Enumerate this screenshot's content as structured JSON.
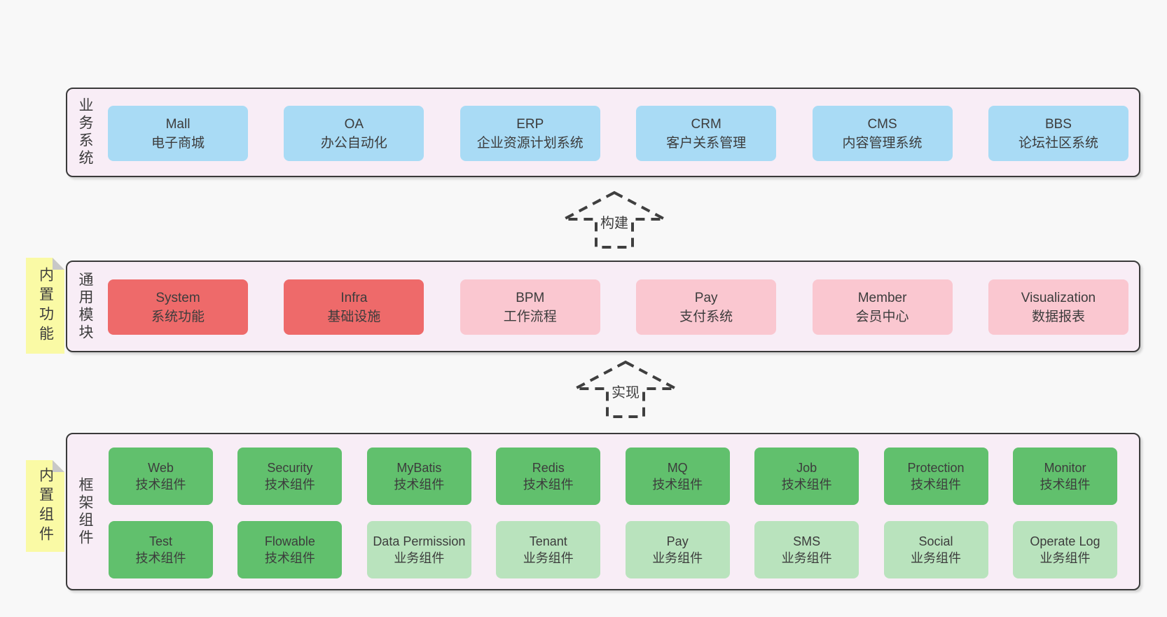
{
  "colors": {
    "page_bg": "#f8f8f8",
    "panel_bg": "#f8edf6",
    "panel_border": "#3a3a3a",
    "blue": "#a9dbf5",
    "red": "#ee6a6a",
    "pink": "#fac7d0",
    "green": "#61c06d",
    "green_light": "#b9e3bd",
    "yellow": "#fafaa5",
    "fold_gray": "#c8c8c8",
    "text": "#3c3c3c"
  },
  "panels": {
    "business": {
      "label": "业务系统",
      "boxes": [
        {
          "name": "Mall",
          "sub": "电子商城",
          "color": "blue"
        },
        {
          "name": "OA",
          "sub": "办公自动化",
          "color": "blue"
        },
        {
          "name": "ERP",
          "sub": "企业资源计划系统",
          "color": "blue"
        },
        {
          "name": "CRM",
          "sub": "客户关系管理",
          "color": "blue"
        },
        {
          "name": "CMS",
          "sub": "内容管理系统",
          "color": "blue"
        },
        {
          "name": "BBS",
          "sub": "论坛社区系统",
          "color": "blue"
        }
      ]
    },
    "modules": {
      "label": "通用模块",
      "sticky": "内置功能",
      "boxes": [
        {
          "name": "System",
          "sub": "系统功能",
          "color": "red"
        },
        {
          "name": "Infra",
          "sub": "基础设施",
          "color": "red"
        },
        {
          "name": "BPM",
          "sub": "工作流程",
          "color": "pink"
        },
        {
          "name": "Pay",
          "sub": "支付系统",
          "color": "pink"
        },
        {
          "name": "Member",
          "sub": "会员中心",
          "color": "pink"
        },
        {
          "name": "Visualization",
          "sub": "数据报表",
          "color": "pink"
        }
      ]
    },
    "framework": {
      "label": "框架组件",
      "sticky": "内置组件",
      "rows": [
        [
          {
            "name": "Web",
            "sub": "技术组件",
            "color": "green"
          },
          {
            "name": "Security",
            "sub": "技术组件",
            "color": "green"
          },
          {
            "name": "MyBatis",
            "sub": "技术组件",
            "color": "green"
          },
          {
            "name": "Redis",
            "sub": "技术组件",
            "color": "green"
          },
          {
            "name": "MQ",
            "sub": "技术组件",
            "color": "green"
          },
          {
            "name": "Job",
            "sub": "技术组件",
            "color": "green"
          },
          {
            "name": "Protection",
            "sub": "技术组件",
            "color": "green"
          },
          {
            "name": "Monitor",
            "sub": "技术组件",
            "color": "green"
          }
        ],
        [
          {
            "name": "Test",
            "sub": "技术组件",
            "color": "green"
          },
          {
            "name": "Flowable",
            "sub": "技术组件",
            "color": "green"
          },
          {
            "name": "Data Permission",
            "sub": "业务组件",
            "color": "green_light"
          },
          {
            "name": "Tenant",
            "sub": "业务组件",
            "color": "green_light"
          },
          {
            "name": "Pay",
            "sub": "业务组件",
            "color": "green_light"
          },
          {
            "name": "SMS",
            "sub": "业务组件",
            "color": "green_light"
          },
          {
            "name": "Social",
            "sub": "业务组件",
            "color": "green_light"
          },
          {
            "name": "Operate Log",
            "sub": "业务组件",
            "color": "green_light"
          }
        ]
      ]
    }
  },
  "arrows": [
    {
      "label": "构建"
    },
    {
      "label": "实现"
    }
  ]
}
